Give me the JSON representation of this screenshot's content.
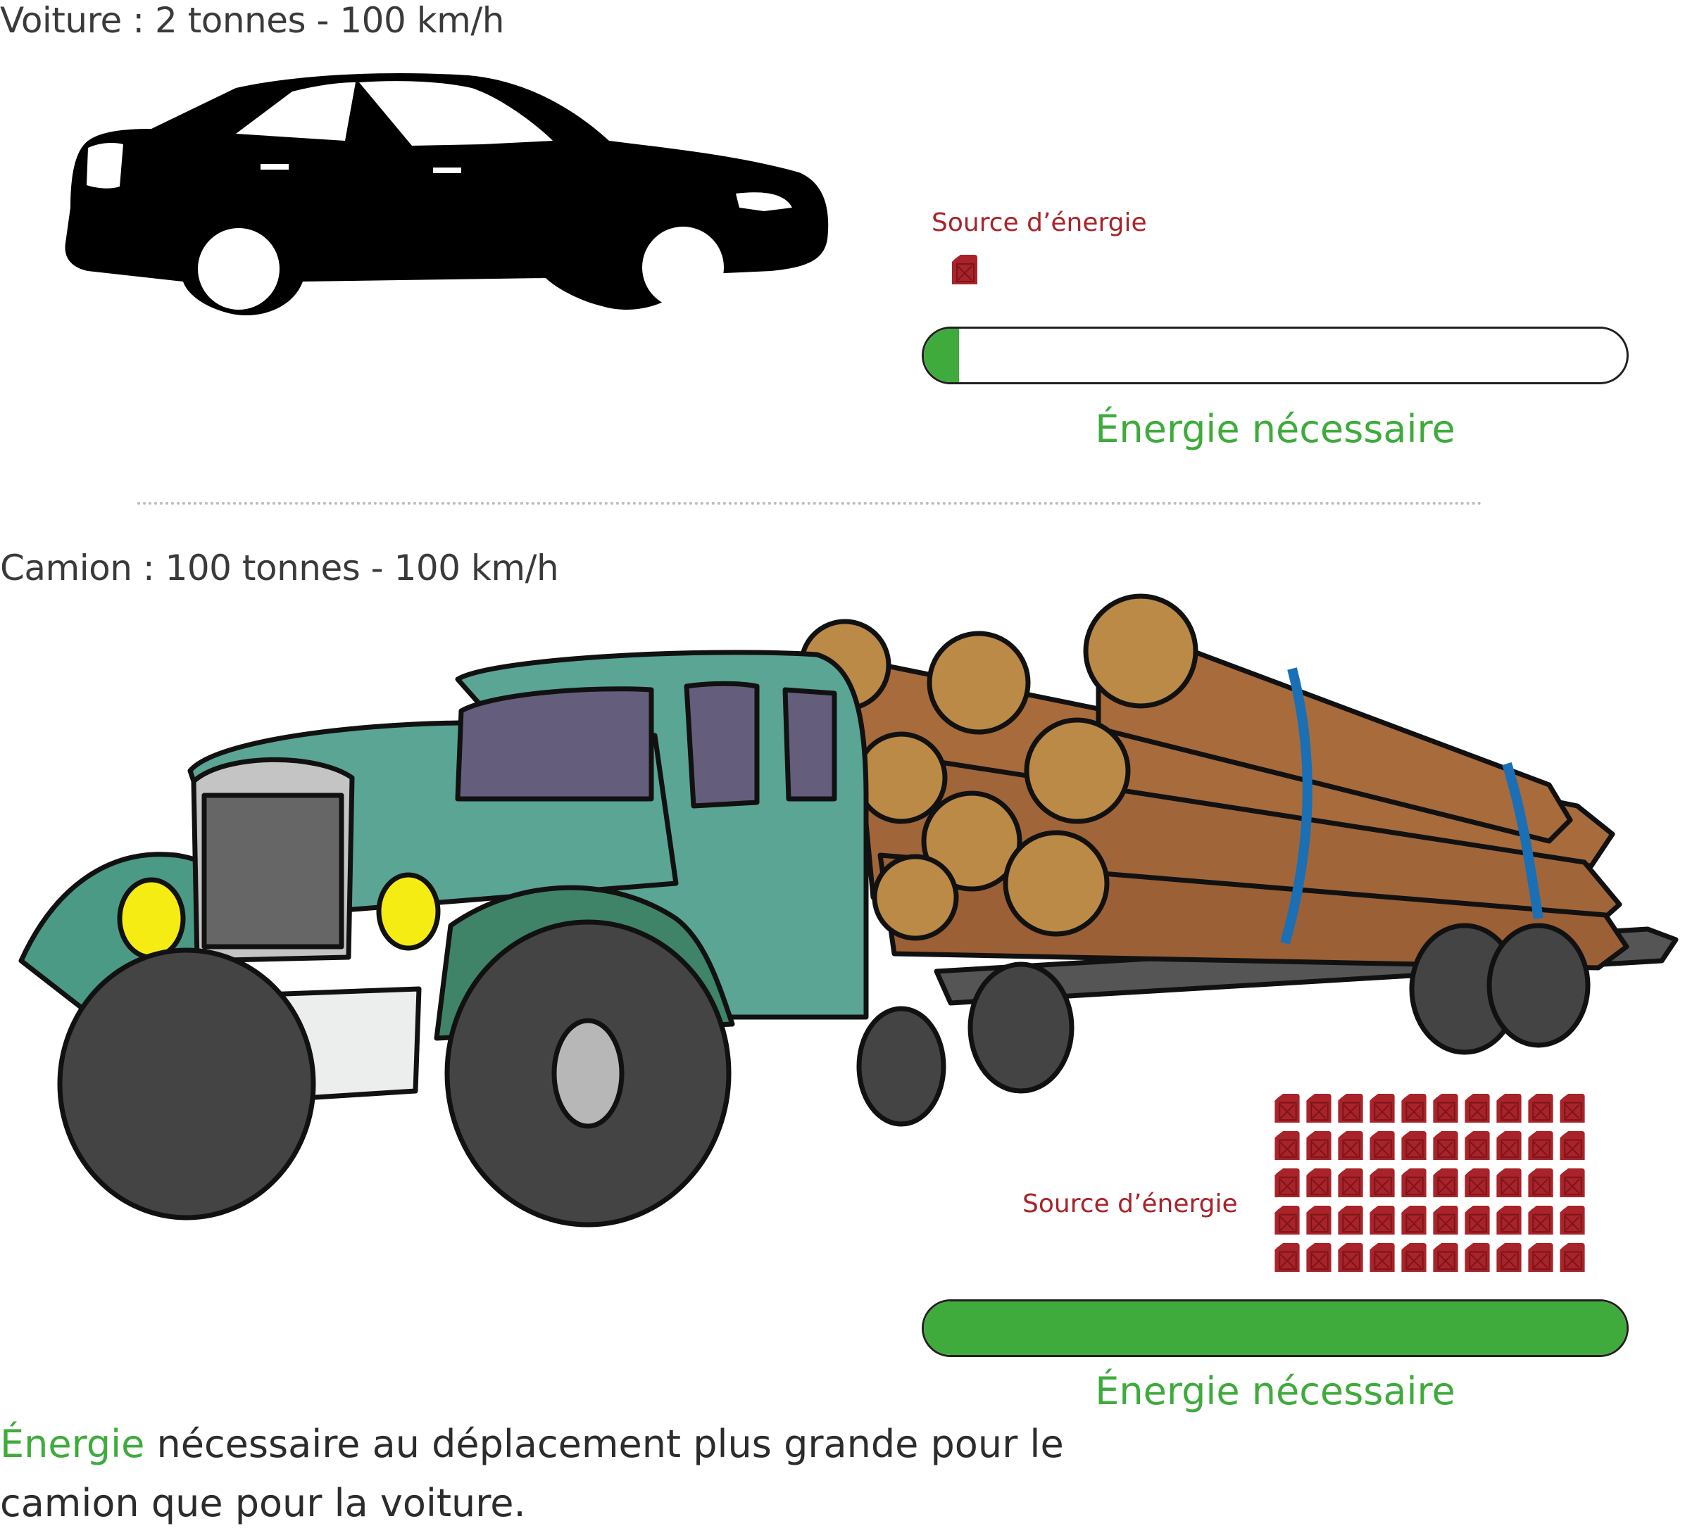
{
  "car": {
    "title": "Voiture : 2 tonnes - 100 km/h",
    "source_label": "Source d’énergie",
    "fuel_can_count": 1,
    "energy_fraction": 0.05,
    "bar_label": "Énergie nécessaire"
  },
  "truck": {
    "title": "Camion : 100 tonnes - 100 km/h",
    "source_label": "Source d’énergie",
    "fuel_can_count": 50,
    "fuel_can_columns": 10,
    "energy_fraction": 1.0,
    "bar_label": "Énergie nécessaire"
  },
  "conclusion": {
    "highlight": "Énergie",
    "rest": " nécessaire au déplacement plus grande pour le camion que pour la voiture."
  },
  "colors": {
    "energy_green": "#3fab3c",
    "fuel_red": "#a8232a",
    "truck_cab": "#5ba595",
    "log_wood": "#a86b3c",
    "log_end": "#bb8a47",
    "strap_blue": "#1a6fb5"
  },
  "icons": [
    "car-silhouette-icon",
    "logging-truck-icon",
    "fuel-can-icon"
  ]
}
